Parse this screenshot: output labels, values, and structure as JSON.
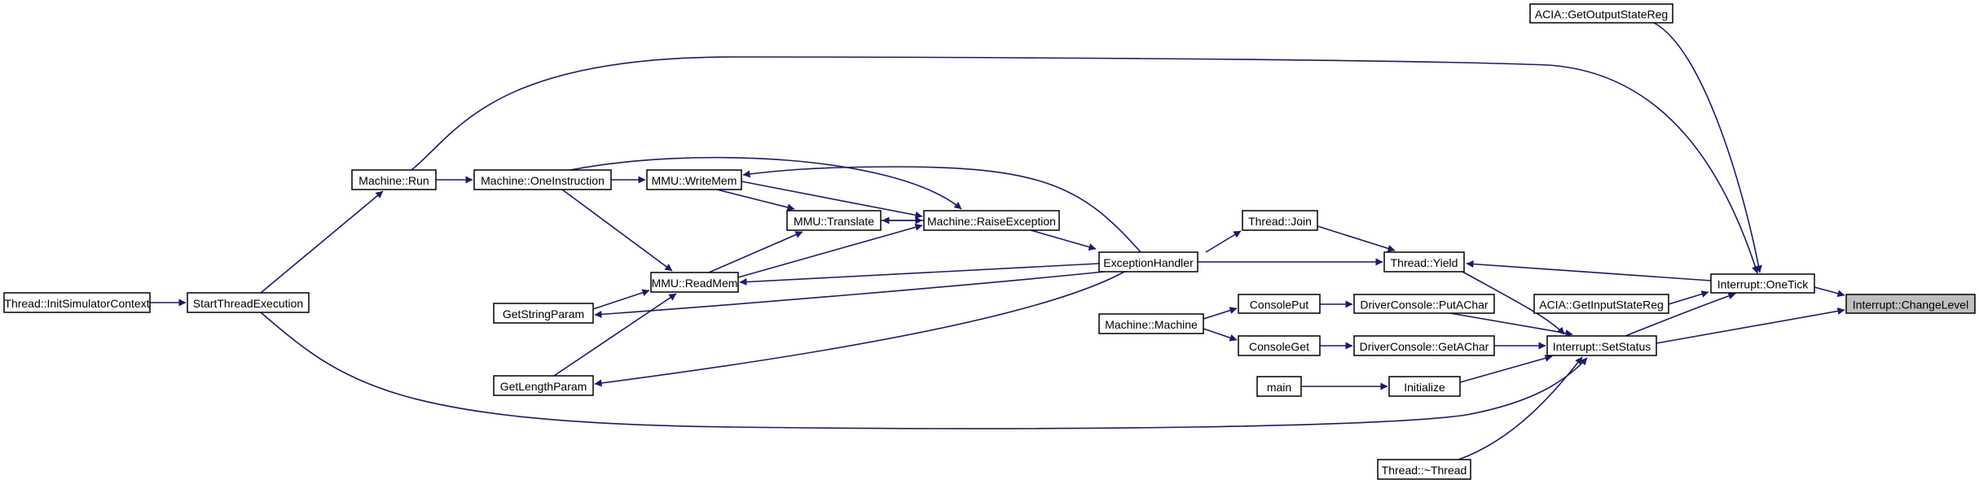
{
  "graph": {
    "colors": {
      "edge": "#191970",
      "node_fill": "#ffffff",
      "highlight_fill": "#bfbfbf",
      "node_stroke": "#000000"
    },
    "nodes": [
      {
        "id": "changelevel",
        "label": "Interrupt::ChangeLevel",
        "highlighted": true
      },
      {
        "id": "getoutputstate",
        "label": "ACIA::GetOutputStateReg"
      },
      {
        "id": "onetick",
        "label": "Interrupt::OneTick"
      },
      {
        "id": "getinputstate",
        "label": "ACIA::GetInputStateReg"
      },
      {
        "id": "setstatus",
        "label": "Interrupt::SetStatus"
      },
      {
        "id": "yield",
        "label": "Thread::Yield"
      },
      {
        "id": "join",
        "label": "Thread::Join"
      },
      {
        "id": "putachar",
        "label": "DriverConsole::PutAChar"
      },
      {
        "id": "getachar",
        "label": "DriverConsole::GetAChar"
      },
      {
        "id": "initialize",
        "label": "Initialize"
      },
      {
        "id": "tildethread",
        "label": "Thread::~Thread"
      },
      {
        "id": "consoleput",
        "label": "ConsolePut"
      },
      {
        "id": "consoleget",
        "label": "ConsoleGet"
      },
      {
        "id": "main",
        "label": "main"
      },
      {
        "id": "machinemachine",
        "label": "Machine::Machine"
      },
      {
        "id": "exceptionhandler",
        "label": "ExceptionHandler"
      },
      {
        "id": "raiseexception",
        "label": "Machine::RaiseException"
      },
      {
        "id": "translate",
        "label": "MMU::Translate"
      },
      {
        "id": "writemem",
        "label": "MMU::WriteMem"
      },
      {
        "id": "readmem",
        "label": "MMU::ReadMem"
      },
      {
        "id": "getstringparam",
        "label": "GetStringParam"
      },
      {
        "id": "getlengthparam",
        "label": "GetLengthParam"
      },
      {
        "id": "oneinstruction",
        "label": "Machine::OneInstruction"
      },
      {
        "id": "machinerun",
        "label": "Machine::Run"
      },
      {
        "id": "startthread",
        "label": "StartThreadExecution"
      },
      {
        "id": "initsimctx",
        "label": "Thread::InitSimulatorContext"
      }
    ],
    "edges": [
      {
        "from": "getoutputstate",
        "to": "onetick"
      },
      {
        "from": "onetick",
        "to": "changelevel"
      },
      {
        "from": "getinputstate",
        "to": "onetick"
      },
      {
        "from": "setstatus",
        "to": "onetick"
      },
      {
        "from": "setstatus",
        "to": "changelevel"
      },
      {
        "from": "machinerun",
        "to": "onetick"
      },
      {
        "from": "onetick",
        "to": "yield"
      },
      {
        "from": "join",
        "to": "yield"
      },
      {
        "from": "exceptionhandler",
        "to": "yield"
      },
      {
        "from": "yield",
        "to": "setstatus"
      },
      {
        "from": "putachar",
        "to": "setstatus"
      },
      {
        "from": "getachar",
        "to": "setstatus"
      },
      {
        "from": "initialize",
        "to": "setstatus"
      },
      {
        "from": "tildethread",
        "to": "setstatus"
      },
      {
        "from": "startthread",
        "to": "setstatus"
      },
      {
        "from": "consoleput",
        "to": "putachar"
      },
      {
        "from": "consoleget",
        "to": "getachar"
      },
      {
        "from": "main",
        "to": "initialize"
      },
      {
        "from": "machinemachine",
        "to": "consoleput"
      },
      {
        "from": "machinemachine",
        "to": "consoleget"
      },
      {
        "from": "exceptionhandler",
        "to": "join"
      },
      {
        "from": "raiseexception",
        "to": "exceptionhandler"
      },
      {
        "from": "oneinstruction",
        "to": "raiseexception"
      },
      {
        "from": "readmem",
        "to": "raiseexception"
      },
      {
        "from": "writemem",
        "to": "raiseexception"
      },
      {
        "from": "translate",
        "to": "raiseexception"
      },
      {
        "from": "raiseexception",
        "to": "translate"
      },
      {
        "from": "exceptionhandler",
        "to": "writemem"
      },
      {
        "from": "exceptionhandler",
        "to": "readmem"
      },
      {
        "from": "exceptionhandler",
        "to": "getstringparam"
      },
      {
        "from": "exceptionhandler",
        "to": "getlengthparam"
      },
      {
        "from": "readmem",
        "to": "translate"
      },
      {
        "from": "writemem",
        "to": "translate"
      },
      {
        "from": "oneinstruction",
        "to": "writemem"
      },
      {
        "from": "oneinstruction",
        "to": "readmem"
      },
      {
        "from": "getstringparam",
        "to": "readmem"
      },
      {
        "from": "getlengthparam",
        "to": "readmem"
      },
      {
        "from": "machinerun",
        "to": "oneinstruction"
      },
      {
        "from": "startthread",
        "to": "machinerun"
      },
      {
        "from": "initsimctx",
        "to": "startthread"
      }
    ]
  }
}
